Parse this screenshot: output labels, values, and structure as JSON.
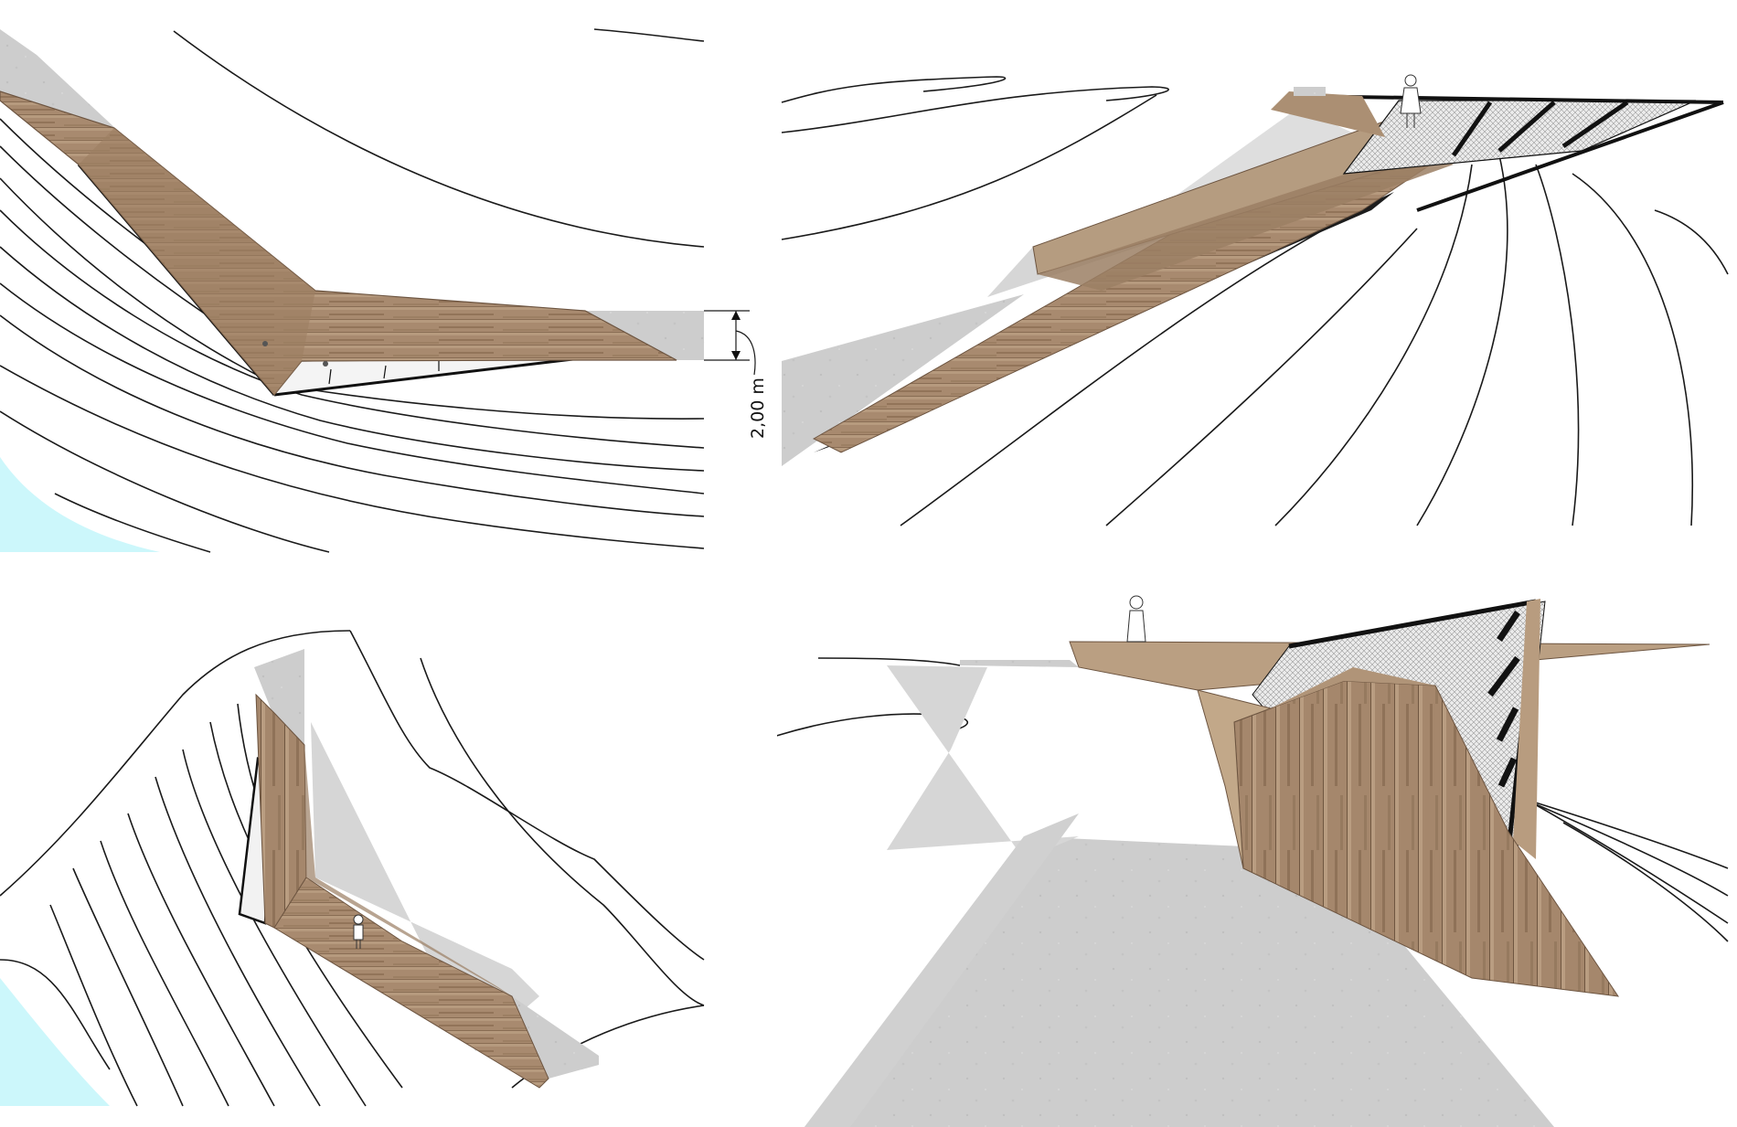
{
  "dimension": {
    "label": "2,00 m"
  },
  "colors": {
    "wood": "#a88a6f",
    "wood_dark": "#8a6d52",
    "wood_light": "#c8b296",
    "concrete": "#cfcfcf",
    "shadow": "#d6d6d6",
    "water": "#ccf7fb",
    "frame": "#161616",
    "lines": "#1a1a1a"
  },
  "panels": [
    {
      "view": "plan"
    },
    {
      "view": "perspective-side"
    },
    {
      "view": "aerial-axonometric"
    },
    {
      "view": "perspective-deck"
    }
  ]
}
